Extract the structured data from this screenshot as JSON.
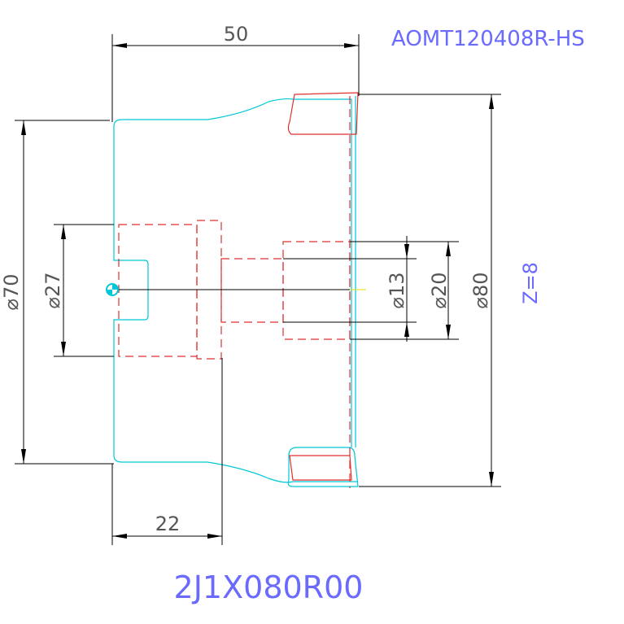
{
  "drawing": {
    "insert_code": "AOMT120408R-HS",
    "part_number": "2J1X080R00",
    "teeth": "Z=8"
  },
  "dimensions": {
    "overall_length": "50",
    "hub_length": "22",
    "shank_diameter": "⌀70",
    "bore_diameter": "⌀27",
    "hole_small": "⌀13",
    "hole_medium": "⌀20",
    "cutting_diameter": "⌀80"
  },
  "colors": {
    "outline": "#00c8d8",
    "hidden": "#e03030",
    "dimension": "#000000",
    "text": "#6a6aff",
    "center_mark": "#00c8d8"
  }
}
